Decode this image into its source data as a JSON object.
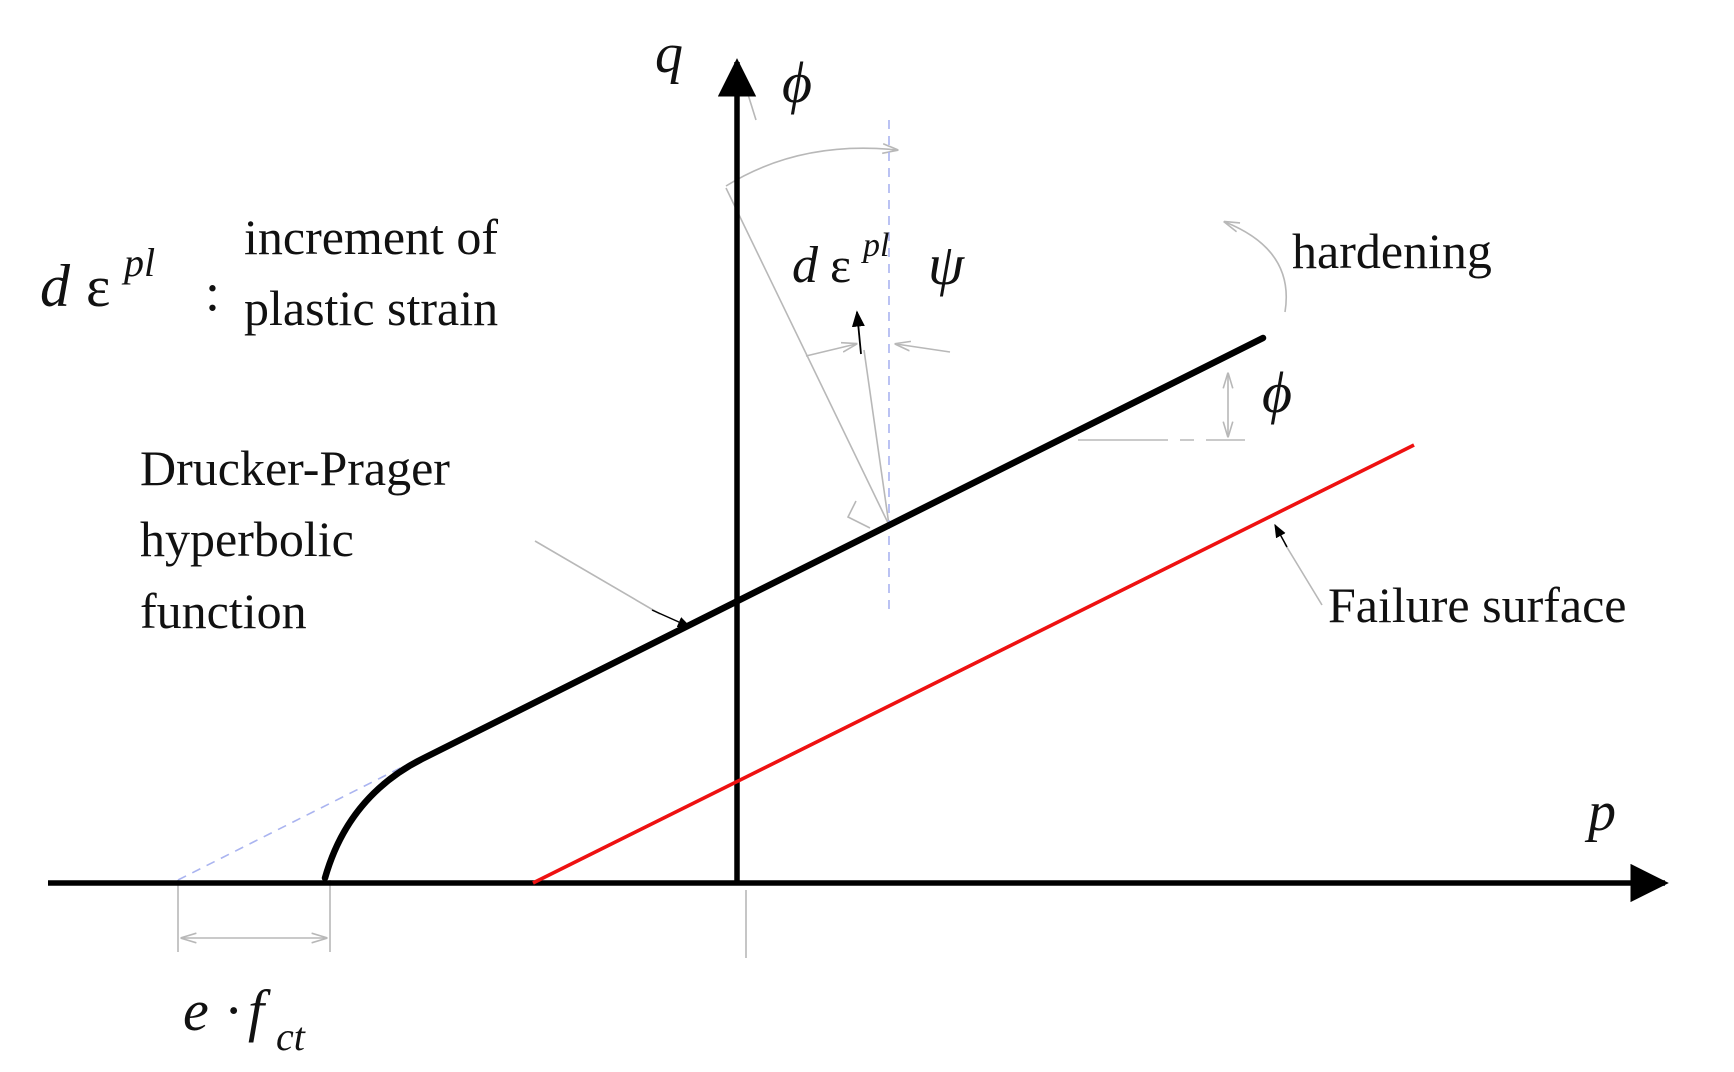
{
  "axes": {
    "x_label": "p",
    "y_label": "q",
    "y_symbol": "ϕ"
  },
  "legend": {
    "symbol_d": "d",
    "symbol_eps": "ε",
    "symbol_sup": "pl",
    "colon": ":",
    "line1": "increment of",
    "line2": "plastic strain"
  },
  "annotations": {
    "hardening": "hardening",
    "dp_line1": "Drucker-Prager",
    "dp_line2": "hyperbolic",
    "dp_line3": "function",
    "failure": "Failure surface",
    "phi_angle": "ϕ",
    "psi_angle": "ψ",
    "strain_d": "d",
    "strain_eps": "ε",
    "strain_sup": "pl",
    "ecc_e": "e",
    "ecc_dot": "·",
    "ecc_f": "f",
    "ecc_sub": "ct"
  },
  "colors": {
    "main": "#000000",
    "failure": "#ee1111",
    "construction": "#b8b8b8",
    "dashed": "#aab4f0"
  }
}
